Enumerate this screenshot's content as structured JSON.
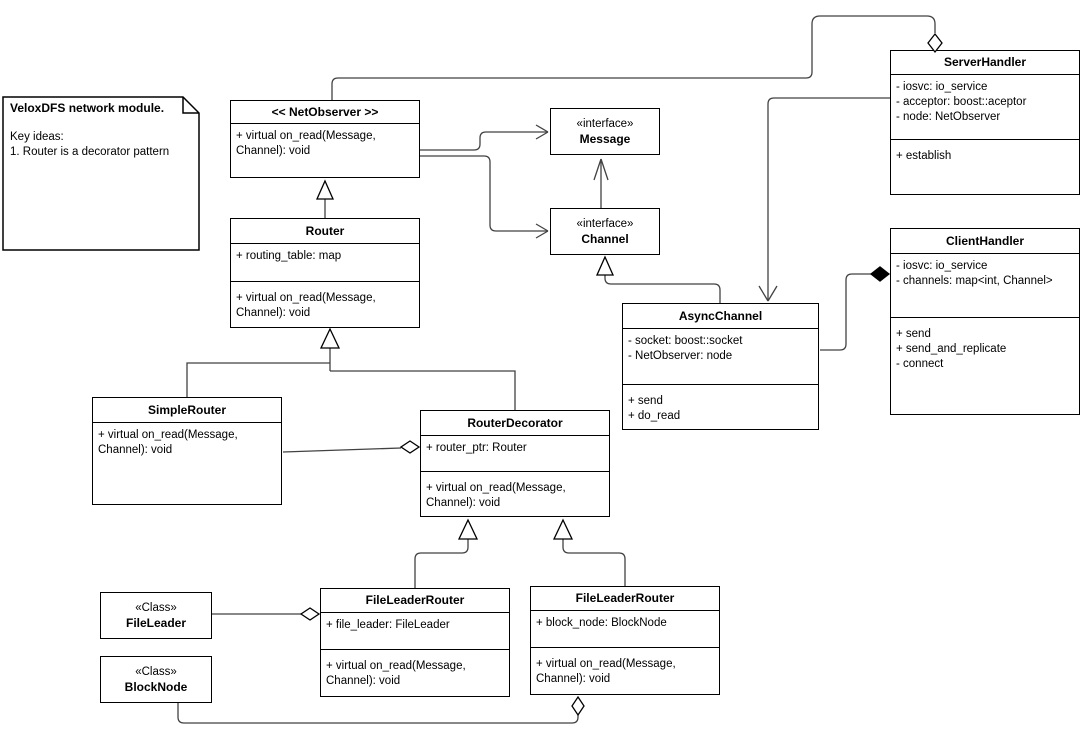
{
  "diagram": {
    "note": {
      "title": "VeloxDFS network module.",
      "lines": [
        "Key ideas:",
        "1. Router is a decorator pattern"
      ]
    },
    "classes": {
      "net_observer": {
        "title": "<< NetObserver >>",
        "methods": [
          "+ virtual on_read(Message, Channel): void"
        ]
      },
      "router": {
        "title": "Router",
        "attributes": [
          "+ routing_table: map"
        ],
        "methods": [
          "+ virtual on_read(Message, Channel): void"
        ]
      },
      "message": {
        "stereotype": "«interface»",
        "title": "Message"
      },
      "channel": {
        "stereotype": "«interface»",
        "title": "Channel"
      },
      "server_handler": {
        "title": "ServerHandler",
        "attributes": [
          "- iosvc: io_service",
          "- acceptor: boost::aceptor",
          "- node: NetObserver"
        ],
        "methods": [
          "+ establish"
        ]
      },
      "client_handler": {
        "title": "ClientHandler",
        "attributes": [
          "- iosvc: io_service",
          "- channels: map<int, Channel>"
        ],
        "methods": [
          "+ send",
          "+ send_and_replicate",
          "- connect"
        ]
      },
      "async_channel": {
        "title": "AsyncChannel",
        "attributes": [
          "- socket: boost::socket",
          "- NetObserver: node"
        ],
        "methods": [
          "+ send",
          "+ do_read"
        ]
      },
      "simple_router": {
        "title": "SimpleRouter",
        "methods": [
          "+ virtual on_read(Message, Channel): void"
        ]
      },
      "router_decorator": {
        "title": "RouterDecorator",
        "attributes": [
          "+ router_ptr: Router"
        ],
        "methods": [
          "+ virtual on_read(Message, Channel): void"
        ]
      },
      "file_leader_router": {
        "title": "FileLeaderRouter",
        "attributes": [
          "+ file_leader: FileLeader"
        ],
        "methods": [
          "+ virtual on_read(Message, Channel): void"
        ]
      },
      "block_node_router": {
        "title": "FileLeaderRouter",
        "attributes": [
          "+ block_node: BlockNode"
        ],
        "methods": [
          "+ virtual on_read(Message, Channel): void"
        ]
      },
      "file_leader": {
        "stereotype": "«Class»",
        "title": "FileLeader"
      },
      "block_node": {
        "stereotype": "«Class»",
        "title": "BlockNode"
      }
    },
    "colors": {
      "shape_border": "#000000",
      "connector": "#424242",
      "shape_fill": "#ffffff",
      "text": "#000000",
      "canvas": "#ffffff"
    }
  }
}
